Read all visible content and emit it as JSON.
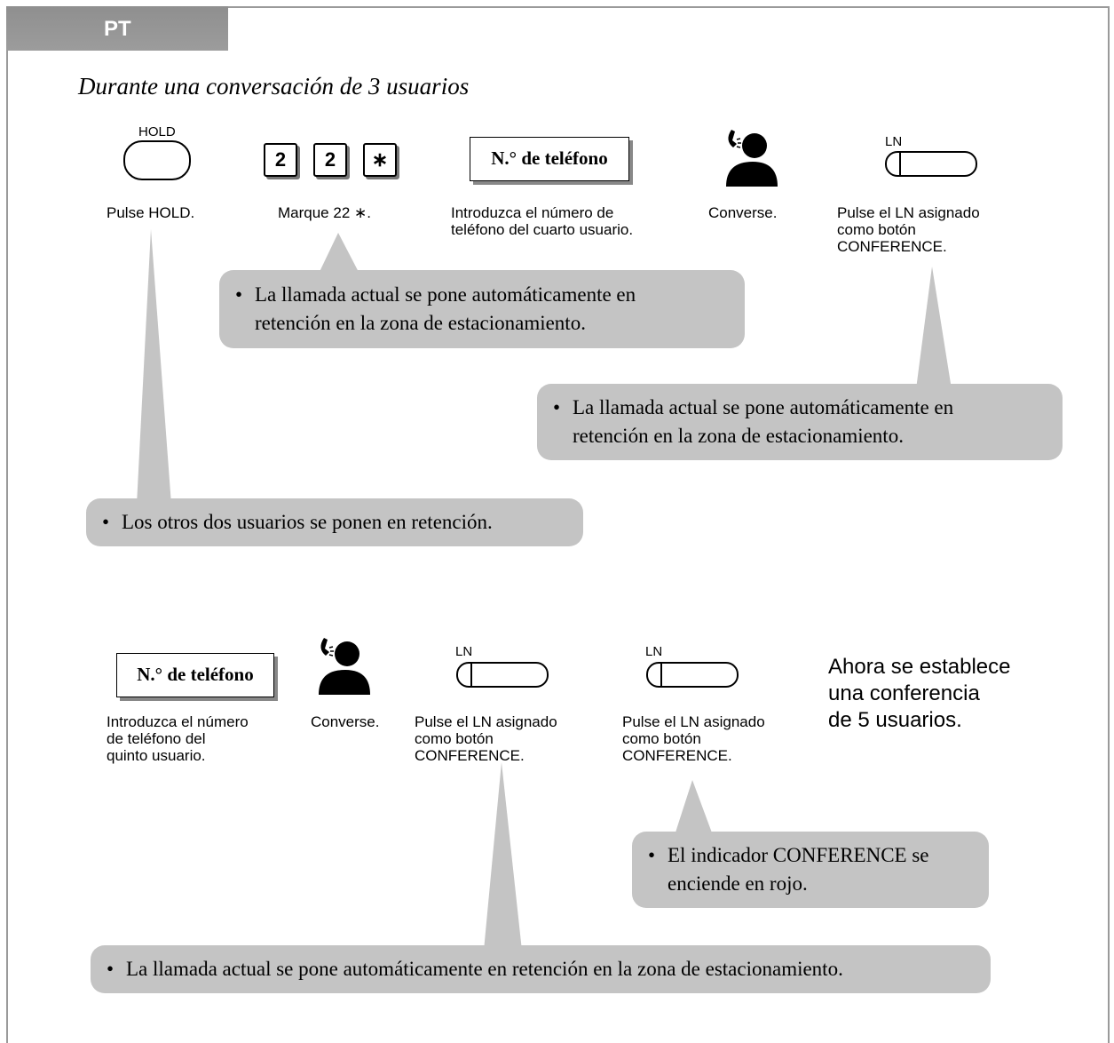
{
  "header": {
    "tab_label": "PT"
  },
  "subtitle": "Durante una conversación de 3 usuarios",
  "row1": {
    "hold_label": "HOLD",
    "hold_caption": "Pulse HOLD.",
    "keys": [
      "2",
      "2",
      "∗"
    ],
    "dial_caption": "Marque 22 ∗.",
    "tel_label": "N.° de teléfono",
    "tel_caption_1": "Introduzca el número de",
    "tel_caption_2": "teléfono del cuarto usuario.",
    "talk_caption": "Converse.",
    "ln_label": "LN",
    "ln_caption_1": "Pulse el LN asignado",
    "ln_caption_2": "como botón",
    "ln_caption_3": "CONFERENCE."
  },
  "notes_top": {
    "park_1_line1": "La llamada actual se pone automáticamente en",
    "park_1_line2": "retención en la zona de estacionamiento.",
    "park_2_line1": "La llamada actual se pone automáticamente en",
    "park_2_line2": "retención en la zona de estacionamiento.",
    "hold_note": "Los otros dos usuarios se ponen en retención.",
    "bullet": "•"
  },
  "row2": {
    "tel_label": "N.° de teléfono",
    "tel_caption_1": "Introduzca el número",
    "tel_caption_2": "de teléfono del",
    "tel_caption_3": "quinto usuario.",
    "talk_caption": "Converse.",
    "ln_label_a": "LN",
    "ln_a_caption_1": "Pulse el LN asignado",
    "ln_a_caption_2": "como botón",
    "ln_a_caption_3": "CONFERENCE.",
    "ln_label_b": "LN",
    "ln_b_caption_1": "Pulse el LN asignado",
    "ln_b_caption_2": "como botón",
    "ln_b_caption_3": "CONFERENCE.",
    "result_1": "Ahora se establece",
    "result_2": "una conferencia",
    "result_3": "de 5 usuarios."
  },
  "notes_bottom": {
    "indicator_line1": "El indicador CONFERENCE se",
    "indicator_line2": "enciende en rojo.",
    "park_line": "La llamada actual se pone automáticamente en retención en la zona de estacionamiento.",
    "bullet": "•"
  },
  "colors": {
    "callout": "#c4c4c4",
    "tab": "#969696",
    "frame": "#9a9a9a"
  },
  "icons": [
    "hold-button-icon",
    "talk-person-icon",
    "line-button-icon"
  ]
}
